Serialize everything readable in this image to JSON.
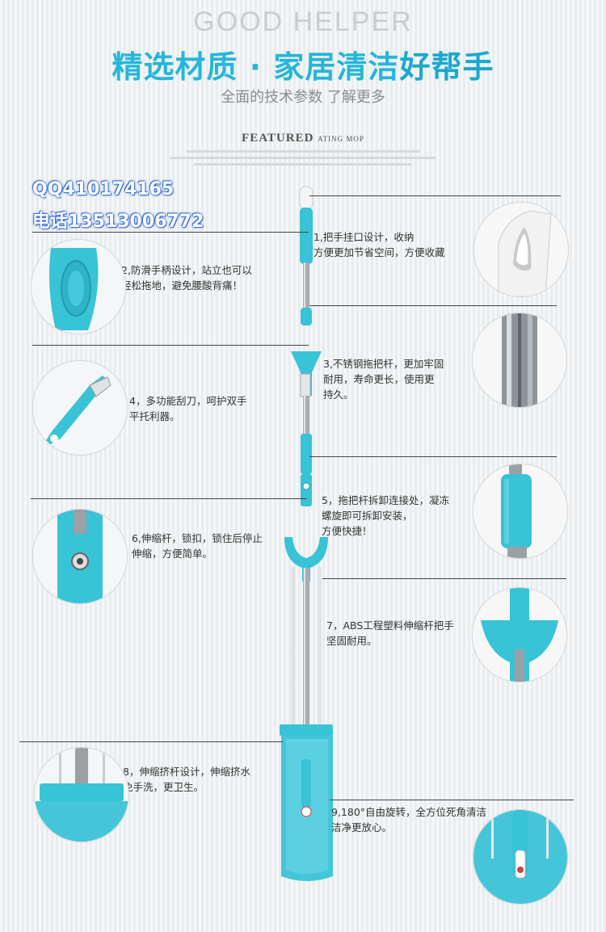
{
  "header": {
    "en_title": "GOOD HELPER",
    "cn_title_part1": "精选材质 · 家居清洁",
    "cn_title_part2": "好帮手",
    "subtitle": "全面的技术参数 了解更多",
    "featured_main": "FEATURED",
    "featured_small": "ATING MOP"
  },
  "watermark": {
    "qq": "QQ410174165",
    "phone": "电话13513006772"
  },
  "features": [
    {
      "text": "1,把手挂口设计，收纳\n  方便更加节省空间，方便收藏",
      "icon": "hook-handle-icon"
    },
    {
      "text": "2,防滑手柄设计，站立也可以\n  轻松拖地，避免腰酸背痛！",
      "icon": "grip-handle-icon"
    },
    {
      "text": "3,不锈钢拖把杆，更加牢固\n  耐用，寿命更长，使用更\n  持久。",
      "icon": "steel-rod-icon"
    },
    {
      "text": "4，多功能刮刀，呵护双手\n  平托利器。",
      "icon": "scraper-icon"
    },
    {
      "text": "5，拖把杆拆卸连接处，凝冻\n  螺旋即可拆卸安装，\n  方便快捷！",
      "icon": "connector-icon"
    },
    {
      "text": "6,伸缩杆，锁扣，锁住后停止\n  伸缩，方便简单。",
      "icon": "lock-icon"
    },
    {
      "text": "7，ABS工程塑料伸缩杆把手\n  坚固耐用。",
      "icon": "abs-handle-icon"
    },
    {
      "text": "8，伸缩挤杆设计，伸缩挤水\n  免手洗，更卫生。",
      "icon": "squeeze-icon"
    },
    {
      "text": "9,180°自由旋转，全方位死角清洁\n  洁净更放心。",
      "icon": "rotate-head-icon"
    }
  ],
  "colors": {
    "accent": "#26b6d9",
    "mop_blue": "#38c3d6",
    "steel": "#9da3a8"
  }
}
